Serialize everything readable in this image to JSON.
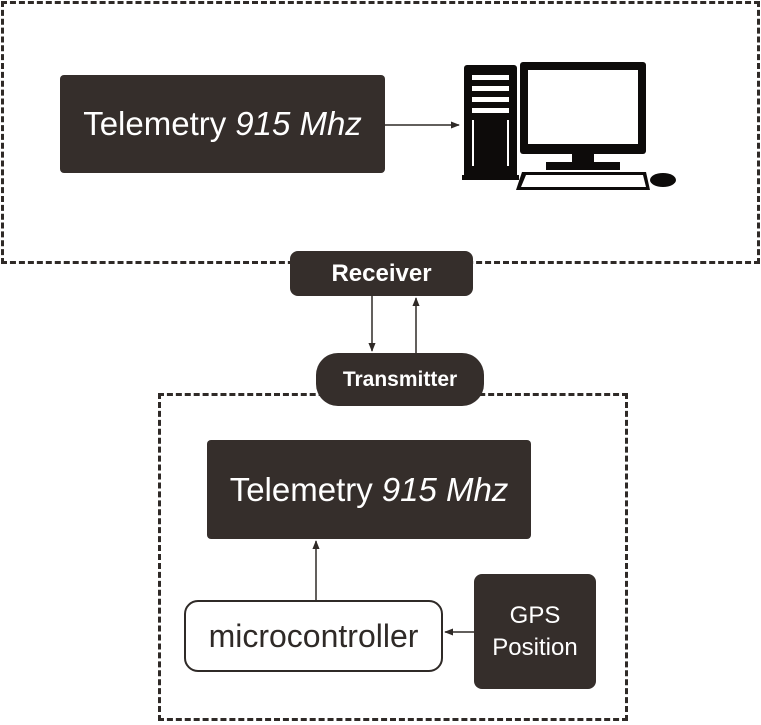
{
  "ground_station": {
    "telemetry": {
      "label": "Telemetry",
      "frequency": "915 Mhz"
    },
    "computer_icon": "desktop-computer-icon"
  },
  "receiver": {
    "label": "Receiver"
  },
  "transmitter": {
    "label": "Transmitter"
  },
  "air_unit": {
    "telemetry": {
      "label": "Telemetry",
      "frequency": "915 Mhz"
    },
    "microcontroller": {
      "label": "microcontroller"
    },
    "gps": {
      "line1": "GPS",
      "line2": "Position"
    }
  },
  "colors": {
    "block": "#352e2b",
    "line": "#2f2a27",
    "background": "#ffffff"
  }
}
